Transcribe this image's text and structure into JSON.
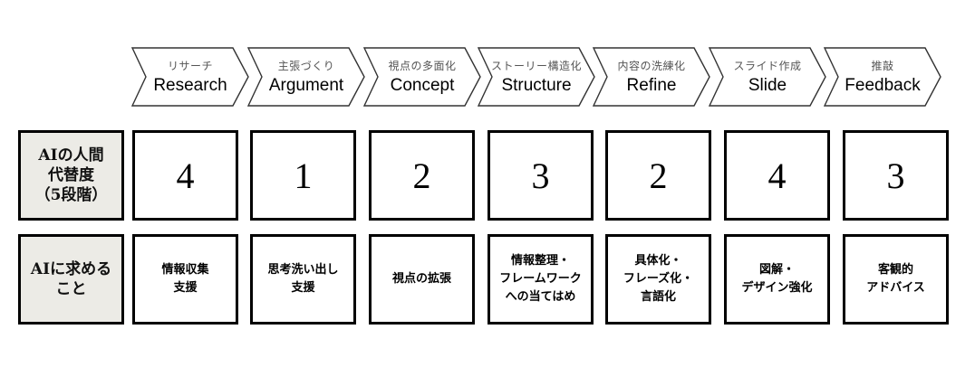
{
  "stages": [
    {
      "jp": "リサーチ",
      "en": "Research"
    },
    {
      "jp": "主張づくり",
      "en": "Argument"
    },
    {
      "jp": "視点の多面化",
      "en": "Concept"
    },
    {
      "jp": "ストーリー構造化",
      "en": "Structure"
    },
    {
      "jp": "内容の洗練化",
      "en": "Refine"
    },
    {
      "jp": "スライド作成",
      "en": "Slide"
    },
    {
      "jp": "推敲",
      "en": "Feedback"
    }
  ],
  "rows": {
    "substitution": {
      "label": "AIの人間\n代替度\n（5段階）",
      "values": [
        "4",
        "1",
        "2",
        "3",
        "2",
        "4",
        "3"
      ]
    },
    "expectation": {
      "label": "AIに求める\nこと",
      "values": [
        "情報収集\n支援",
        "思考洗い出し\n支援",
        "視点の拡張",
        "情報整理・\nフレームワーク\nへの当てはめ",
        "具体化・\nフレーズ化・\n言語化",
        "図解・\nデザイン強化",
        "客観的\nアドバイス"
      ]
    }
  }
}
